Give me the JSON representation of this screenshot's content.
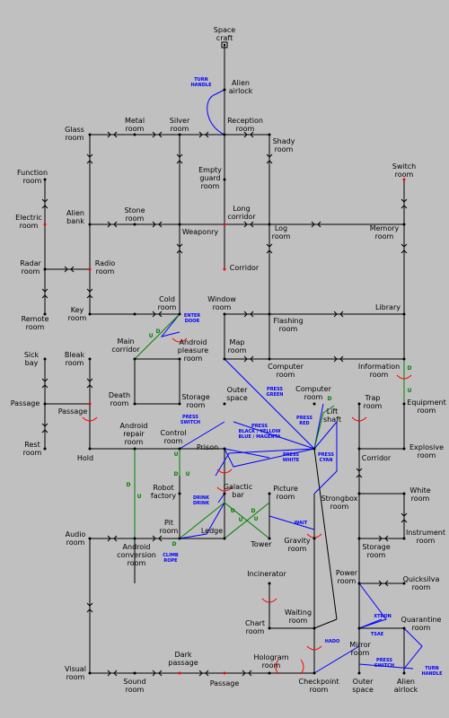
{
  "colors": {
    "background": "#c0c0c0",
    "corridor": "#000000",
    "room_node": "#000000",
    "red_node": "#ff0000",
    "action": "#0000ff",
    "direction": "#008000",
    "door_arc": "#ff0000"
  },
  "rooms": {
    "space_craft": [
      "Space",
      "craft"
    ],
    "alien_airlock": [
      "Alien",
      "airlock"
    ],
    "reception_room": [
      "Reception",
      "room"
    ],
    "glass_room": [
      "Glass",
      "room"
    ],
    "metal_room": [
      "Metal",
      "room"
    ],
    "silver_room": [
      "Silver",
      "room"
    ],
    "shady_room": [
      "Shady",
      "room"
    ],
    "function_room": [
      "Function",
      "room"
    ],
    "switch_room": [
      "Switch",
      "room"
    ],
    "empty_guard_room": [
      "Empty",
      "guard",
      "room"
    ],
    "electric_room": [
      "Electric",
      "room"
    ],
    "alien_bank": [
      "Alien",
      "bank"
    ],
    "stone_room": [
      "Stone",
      "room"
    ],
    "long_corridor": [
      "Long",
      "corridor"
    ],
    "weaponry": [
      "Weaponry"
    ],
    "log_room": [
      "Log",
      "room"
    ],
    "memory_room": [
      "Memory",
      "room"
    ],
    "radar_room": [
      "Radar",
      "room"
    ],
    "radio_room": [
      "Radio",
      "room"
    ],
    "corridor_top": [
      "Corridor"
    ],
    "remote_room": [
      "Remote",
      "room"
    ],
    "key_room": [
      "Key",
      "room"
    ],
    "cold_room": [
      "Cold",
      "room"
    ],
    "window_room": [
      "Window",
      "room"
    ],
    "library": [
      "Library"
    ],
    "flashing_room": [
      "Flashing",
      "room"
    ],
    "sick_bay": [
      "Sick",
      "bay"
    ],
    "bleak_room": [
      "Bleak",
      "room"
    ],
    "main_corridor": [
      "Main",
      "corridor"
    ],
    "android_pleasure_room": [
      "Android",
      "pleasure",
      "room"
    ],
    "map_room": [
      "Map",
      "room"
    ],
    "computer_room_upper": [
      "Computer",
      "room"
    ],
    "information_room": [
      "Information",
      "room"
    ],
    "death_room": [
      "Death",
      "room"
    ],
    "storage_room_mid": [
      "Storage",
      "room"
    ],
    "outer_space_mid": [
      "Outer",
      "space"
    ],
    "computer_room_lower": [
      "Computer",
      "room"
    ],
    "trap_room": [
      "Trap",
      "room"
    ],
    "equipment_room": [
      "Equipment",
      "room"
    ],
    "passage_left": [
      "Passage"
    ],
    "passage_mid": [
      "Passage"
    ],
    "android_repair_room": [
      "Android",
      "repair",
      "room"
    ],
    "control_room": [
      "Control",
      "room"
    ],
    "lift_shaft": [
      "Lift",
      "shaft"
    ],
    "rest_room": [
      "Rest",
      "room"
    ],
    "hold": [
      "Hold"
    ],
    "prison": [
      "Prison"
    ],
    "corridor_right": [
      "Corridor"
    ],
    "explosive_room": [
      "Explosive",
      "room"
    ],
    "robot_factory": [
      "Robot",
      "factory"
    ],
    "galactic_bar": [
      "Galactic",
      "bar"
    ],
    "picture_room": [
      "Picture",
      "room"
    ],
    "strongbox_room": [
      "Strongbox",
      "room"
    ],
    "white_room": [
      "White",
      "room"
    ],
    "audio_room": [
      "Audio",
      "room"
    ],
    "pit_room": [
      "Pit",
      "room"
    ],
    "ledge": [
      "Ledge"
    ],
    "tower": [
      "Tower"
    ],
    "gravity_room": [
      "Gravity",
      "room"
    ],
    "instrument_room": [
      "Instrument",
      "room"
    ],
    "android_conversion_room": [
      "Android",
      "conversion",
      "room"
    ],
    "storage_room_low": [
      "Storage",
      "room"
    ],
    "quicksilva_room": [
      "Quicksilva",
      "room"
    ],
    "incinerator": [
      "Incinerator"
    ],
    "power_room": [
      "Power",
      "room"
    ],
    "waiting_room": [
      "Waiting",
      "room"
    ],
    "quarantine_room": [
      "Quarantine",
      "room"
    ],
    "chart_room": [
      "Chart",
      "room"
    ],
    "mirror_room": [
      "Mirror",
      "room"
    ],
    "visual_room": [
      "Visual",
      "room"
    ],
    "dark_passage": [
      "Dark",
      "passage"
    ],
    "hologram_room": [
      "Hologram",
      "room"
    ],
    "sound_room": [
      "Sound",
      "room"
    ],
    "passage_bottom": [
      "Passage"
    ],
    "checkpoint_room": [
      "Checkpoint",
      "room"
    ],
    "outer_space_bottom": [
      "Outer",
      "space"
    ],
    "alien_airlock_bottom": [
      "Alien",
      "airlock"
    ]
  },
  "actions": {
    "turn_handle_top": [
      "TURN",
      "HANDLE"
    ],
    "enter_door": [
      "ENTER",
      "DOOR"
    ],
    "press_green": [
      "PRESS",
      "GREEN"
    ],
    "press_red": [
      "PRESS",
      "RED"
    ],
    "press_switch": [
      "PRESS",
      "SWITCH"
    ],
    "press_colors": [
      "PRESS",
      "BLACK / YELLOW",
      "BLUE / MAGENTA"
    ],
    "press_white": [
      "PRESS",
      "WHITE"
    ],
    "press_cyan": [
      "PRESS",
      "CYAN"
    ],
    "drink": [
      "DRINK",
      "DRINK"
    ],
    "wait": [
      "WAIT"
    ],
    "climb_rope": [
      "CLIMB",
      "ROPE"
    ],
    "xtron": [
      "XTRON"
    ],
    "tsae": [
      "TSAE"
    ],
    "hado": [
      "HADO"
    ],
    "press_switch_bottom": [
      "PRESS",
      "SWITCH"
    ],
    "turn_handle_bottom": [
      "TURN",
      "HANDLE"
    ]
  },
  "directions": {
    "u": "U",
    "d": "D"
  }
}
